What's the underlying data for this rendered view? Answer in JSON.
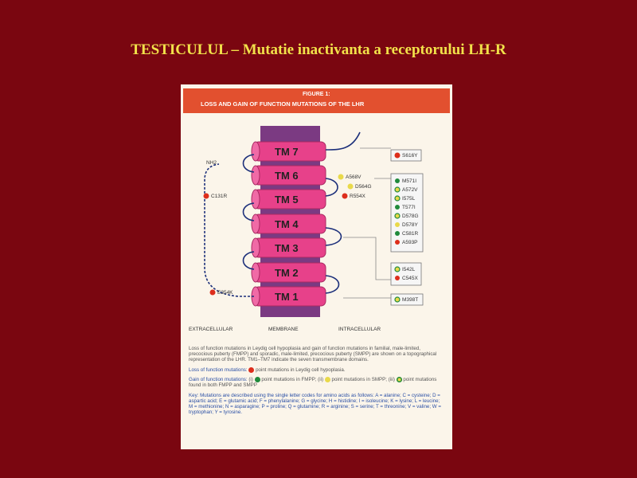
{
  "slide": {
    "title": "TESTICULUL – Mutatie inactivanta a receptorului LH-R"
  },
  "figure": {
    "header_line1": "FIGURE 1:",
    "header_line2": "LOSS AND GAIN OF FUNCTION MUTATIONS OF THE LHR",
    "helices": [
      "TM 7",
      "TM 6",
      "TM 5",
      "TM 4",
      "TM 3",
      "TM 2",
      "TM 1"
    ],
    "nh2": "NH2",
    "left_mutations": [
      "C131R",
      "E354K"
    ],
    "mid_mutations": [
      "A568V",
      "D564G",
      "R554X"
    ],
    "box1": [
      "S616Y"
    ],
    "box2": [
      "M571I",
      "A572V",
      "I575L",
      "T577I",
      "D578G",
      "D578Y",
      "C581R",
      "A593P"
    ],
    "box3": [
      "I542L",
      "C545X"
    ],
    "box4": [
      "M398T"
    ],
    "region_labels": [
      "EXTRACELLULAR",
      "MEMBRANE",
      "INTRACELLULAR"
    ],
    "colors": {
      "red": "#dd2e1c",
      "green": "#1f8a3c",
      "yellow": "#e9d94a",
      "helix": "#e7418a",
      "membrane": "#7b3a82"
    },
    "legend": {
      "intro": "Loss of function mutations in Leydig cell hypoplasia and gain of function mutations in familial, male-limited, precocious puberty (FMPP) and sporadic, male-limited, precocious puberty (SMPP) are shown on a topographical representation of the LHR. TM1–TM7 indicate the seven transmembrane domains.",
      "loss_title": "Loss of function mutations:",
      "loss_text": "point mutations in Leydig cell hypoplasia.",
      "gain_title": "Gain of function mutations:",
      "gain_text_1": "(i)",
      "gain_text_2": "point mutations in FMPP; (ii)",
      "gain_text_3": "point mutations in SMPP; (iii)",
      "gain_text_4": "point mutations found in both FMPP and SMPP",
      "key": "Key: Mutations are described using the single letter codes for amino acids as follows: A = alanine; C = cysteine; D = aspartic acid; E = glutamic acid; F = phenylalanine; G = glycine; H = histidine; I = isoleucine; K = lysine; L = leucine; M = methionine; N = asparagine; P = proline; Q = glutamine; R = arginine; S = serine; T = threonine; V = valine; W = tryptophan; Y = tyrosine."
    }
  }
}
